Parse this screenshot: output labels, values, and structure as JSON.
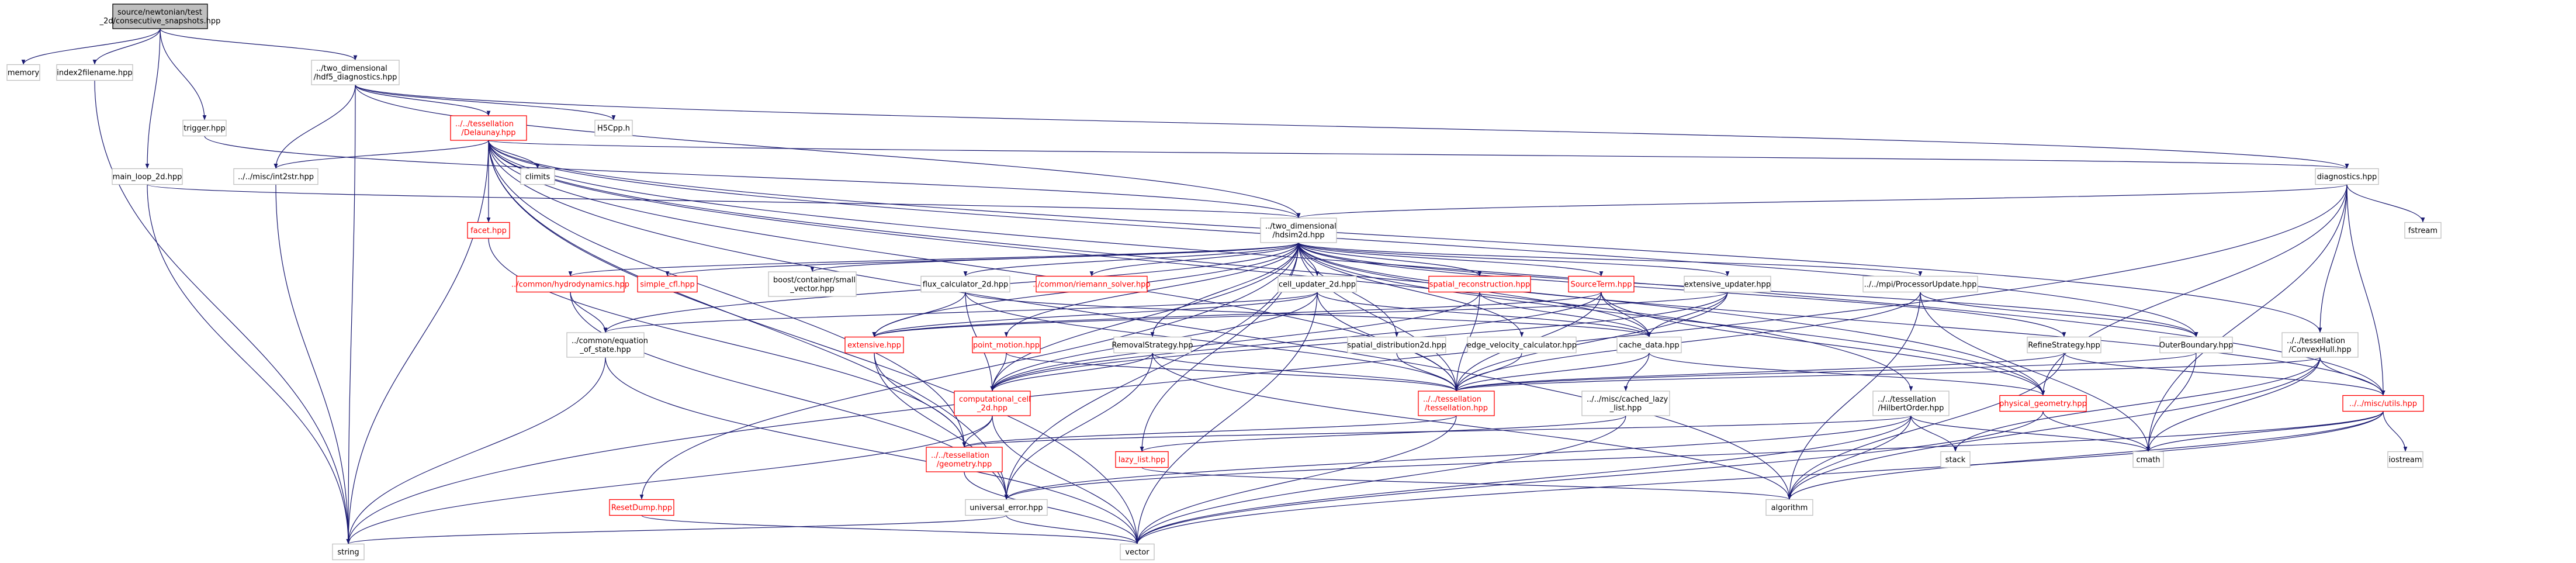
{
  "colors": {
    "root_fill": "#bfbfbf",
    "node_border": "#bfbfbf",
    "node_border_link": "#ff0000",
    "node_text": "#000000",
    "node_text_link": "#ff0000",
    "edge": "#191970",
    "background": "#ffffff"
  },
  "nodes": [
    {
      "id": "root",
      "lines": [
        "source/newtonian/test",
        "_2d/consecutive_snapshots.hpp"
      ],
      "style": "root"
    },
    {
      "id": "memory",
      "lines": [
        "memory"
      ],
      "style": "plain"
    },
    {
      "id": "index2name",
      "lines": [
        "index2filename.hpp"
      ],
      "style": "normal"
    },
    {
      "id": "trigger",
      "lines": [
        "trigger.hpp"
      ],
      "style": "normal"
    },
    {
      "id": "hdf5diag",
      "lines": [
        "../two_dimensional",
        "/hdf5_diagnostics.hpp"
      ],
      "style": "normal"
    },
    {
      "id": "delaunay",
      "lines": [
        "../../tessellation",
        "/Delaunay.hpp"
      ],
      "style": "link"
    },
    {
      "id": "h5cpp",
      "lines": [
        "H5Cpp.h"
      ],
      "style": "plain"
    },
    {
      "id": "climits",
      "lines": [
        "climits"
      ],
      "style": "plain"
    },
    {
      "id": "int2str",
      "lines": [
        "../../misc/int2str.hpp"
      ],
      "style": "normal"
    },
    {
      "id": "mainloop",
      "lines": [
        "main_loop_2d.hpp"
      ],
      "style": "normal"
    },
    {
      "id": "diagnostics",
      "lines": [
        "diagnostics.hpp"
      ],
      "style": "normal"
    },
    {
      "id": "facet",
      "lines": [
        "facet.hpp"
      ],
      "style": "link"
    },
    {
      "id": "hdsim",
      "lines": [
        "../two_dimensional",
        "/hdsim2d.hpp"
      ],
      "style": "normal"
    },
    {
      "id": "fstream",
      "lines": [
        "fstream"
      ],
      "style": "plain"
    },
    {
      "id": "hydro",
      "lines": [
        "../common/hydrodynamics.hpp"
      ],
      "style": "link"
    },
    {
      "id": "simplecfl",
      "lines": [
        "simple_cfl.hpp"
      ],
      "style": "link"
    },
    {
      "id": "boostvec",
      "lines": [
        "boost/container/small",
        "_vector.hpp"
      ],
      "style": "plain"
    },
    {
      "id": "fluxcalc",
      "lines": [
        "flux_calculator_2d.hpp"
      ],
      "style": "normal"
    },
    {
      "id": "riemann",
      "lines": [
        "../common/riemann_solver.hpp"
      ],
      "style": "link"
    },
    {
      "id": "cellupd",
      "lines": [
        "cell_updater_2d.hpp"
      ],
      "style": "normal"
    },
    {
      "id": "spatrec",
      "lines": [
        "spatial_reconstruction.hpp"
      ],
      "style": "link"
    },
    {
      "id": "sourceterm",
      "lines": [
        "SourceTerm.hpp"
      ],
      "style": "link"
    },
    {
      "id": "extupd",
      "lines": [
        "extensive_updater.hpp"
      ],
      "style": "normal"
    },
    {
      "id": "procupd",
      "lines": [
        "../../mpi/ProcessorUpdate.hpp"
      ],
      "style": "normal"
    },
    {
      "id": "eos",
      "lines": [
        "../common/equation",
        "_of_state.hpp"
      ],
      "style": "normal"
    },
    {
      "id": "extensive",
      "lines": [
        "extensive.hpp"
      ],
      "style": "link"
    },
    {
      "id": "pointmotion",
      "lines": [
        "point_motion.hpp"
      ],
      "style": "link"
    },
    {
      "id": "removal",
      "lines": [
        "RemovalStrategy.hpp"
      ],
      "style": "normal"
    },
    {
      "id": "spatdist",
      "lines": [
        "spatial_distribution2d.hpp"
      ],
      "style": "normal"
    },
    {
      "id": "edgevel",
      "lines": [
        "edge_velocity_calculator.hpp"
      ],
      "style": "normal"
    },
    {
      "id": "cachedata",
      "lines": [
        "cache_data.hpp"
      ],
      "style": "normal"
    },
    {
      "id": "refine",
      "lines": [
        "RefineStrategy.hpp"
      ],
      "style": "normal"
    },
    {
      "id": "outerbound",
      "lines": [
        "OuterBoundary.hpp"
      ],
      "style": "normal"
    },
    {
      "id": "convexhull",
      "lines": [
        "../../tessellation",
        "/ConvexHull.hpp"
      ],
      "style": "normal"
    },
    {
      "id": "compcell",
      "lines": [
        "computational_cell",
        "_2d.hpp"
      ],
      "style": "link"
    },
    {
      "id": "tessellation",
      "lines": [
        "../../tessellation",
        "/tessellation.hpp"
      ],
      "style": "link"
    },
    {
      "id": "cachedlazy",
      "lines": [
        "../../misc/cached_lazy",
        "_list.hpp"
      ],
      "style": "normal"
    },
    {
      "id": "hilbert",
      "lines": [
        "../../tessellation",
        "/HilbertOrder.hpp"
      ],
      "style": "normal"
    },
    {
      "id": "physgeom",
      "lines": [
        "physical_geometry.hpp"
      ],
      "style": "link"
    },
    {
      "id": "utils",
      "lines": [
        "../../misc/utils.hpp"
      ],
      "style": "link"
    },
    {
      "id": "geometry",
      "lines": [
        "../../tessellation",
        "/geometry.hpp"
      ],
      "style": "link"
    },
    {
      "id": "lazylist",
      "lines": [
        "lazy_list.hpp"
      ],
      "style": "link"
    },
    {
      "id": "stack",
      "lines": [
        "stack"
      ],
      "style": "plain"
    },
    {
      "id": "cmath",
      "lines": [
        "cmath"
      ],
      "style": "plain"
    },
    {
      "id": "iostream",
      "lines": [
        "iostream"
      ],
      "style": "plain"
    },
    {
      "id": "resetdump",
      "lines": [
        "ResetDump.hpp"
      ],
      "style": "link"
    },
    {
      "id": "univerror",
      "lines": [
        "universal_error.hpp"
      ],
      "style": "normal"
    },
    {
      "id": "algorithm",
      "lines": [
        "algorithm"
      ],
      "style": "plain"
    },
    {
      "id": "string",
      "lines": [
        "string"
      ],
      "style": "plain"
    },
    {
      "id": "vector",
      "lines": [
        "vector"
      ],
      "style": "plain"
    }
  ],
  "edges": [
    [
      "root",
      "memory"
    ],
    [
      "root",
      "index2name"
    ],
    [
      "root",
      "trigger"
    ],
    [
      "root",
      "hdf5diag"
    ],
    [
      "root",
      "mainloop"
    ],
    [
      "index2name",
      "string"
    ],
    [
      "trigger",
      "hdsim"
    ],
    [
      "hdf5diag",
      "delaunay"
    ],
    [
      "hdf5diag",
      "h5cpp"
    ],
    [
      "hdf5diag",
      "int2str"
    ],
    [
      "hdf5diag",
      "string"
    ],
    [
      "hdf5diag",
      "hdsim"
    ],
    [
      "hdf5diag",
      "diagnostics"
    ],
    [
      "delaunay",
      "climits"
    ],
    [
      "delaunay",
      "int2str"
    ],
    [
      "delaunay",
      "facet"
    ],
    [
      "delaunay",
      "tessellation"
    ],
    [
      "delaunay",
      "hilbert"
    ],
    [
      "delaunay",
      "convexhull"
    ],
    [
      "delaunay",
      "utils"
    ],
    [
      "delaunay",
      "physgeom"
    ],
    [
      "delaunay",
      "vector"
    ],
    [
      "delaunay",
      "string"
    ],
    [
      "delaunay",
      "geometry"
    ],
    [
      "delaunay",
      "univerror"
    ],
    [
      "delaunay",
      "algorithm"
    ],
    [
      "delaunay",
      "outerbound"
    ],
    [
      "delaunay",
      "diagnostics"
    ],
    [
      "int2str",
      "string"
    ],
    [
      "mainloop",
      "hdsim"
    ],
    [
      "mainloop",
      "string"
    ],
    [
      "diagnostics",
      "hdsim"
    ],
    [
      "diagnostics",
      "fstream"
    ],
    [
      "diagnostics",
      "convexhull"
    ],
    [
      "diagnostics",
      "utils"
    ],
    [
      "diagnostics",
      "string"
    ],
    [
      "diagnostics",
      "cmath"
    ],
    [
      "diagnostics",
      "physgeom"
    ],
    [
      "facet",
      "geometry"
    ],
    [
      "hdsim",
      "hydro"
    ],
    [
      "hdsim",
      "simplecfl"
    ],
    [
      "hdsim",
      "boostvec"
    ],
    [
      "hdsim",
      "fluxcalc"
    ],
    [
      "hdsim",
      "riemann"
    ],
    [
      "hdsim",
      "cellupd"
    ],
    [
      "hdsim",
      "spatrec"
    ],
    [
      "hdsim",
      "sourceterm"
    ],
    [
      "hdsim",
      "extupd"
    ],
    [
      "hdsim",
      "procupd"
    ],
    [
      "hdsim",
      "eos"
    ],
    [
      "hdsim",
      "extensive"
    ],
    [
      "hdsim",
      "pointmotion"
    ],
    [
      "hdsim",
      "removal"
    ],
    [
      "hdsim",
      "spatdist"
    ],
    [
      "hdsim",
      "edgevel"
    ],
    [
      "hdsim",
      "cachedata"
    ],
    [
      "hdsim",
      "refine"
    ],
    [
      "hdsim",
      "outerbound"
    ],
    [
      "hdsim",
      "compcell"
    ],
    [
      "hdsim",
      "tessellation"
    ],
    [
      "hdsim",
      "physgeom"
    ],
    [
      "hdsim",
      "utils"
    ],
    [
      "hdsim",
      "resetdump"
    ],
    [
      "hdsim",
      "univerror"
    ],
    [
      "hdsim",
      "lazylist"
    ],
    [
      "hydro",
      "eos"
    ],
    [
      "hydro",
      "univerror"
    ],
    [
      "fluxcalc",
      "extensive"
    ],
    [
      "fluxcalc",
      "compcell"
    ],
    [
      "fluxcalc",
      "tessellation"
    ],
    [
      "fluxcalc",
      "cachedata"
    ],
    [
      "cellupd",
      "extensive"
    ],
    [
      "cellupd",
      "compcell"
    ],
    [
      "cellupd",
      "tessellation"
    ],
    [
      "cellupd",
      "cachedata"
    ],
    [
      "cellupd",
      "vector"
    ],
    [
      "cellupd",
      "eos"
    ],
    [
      "spatrec",
      "tessellation"
    ],
    [
      "spatrec",
      "cachedata"
    ],
    [
      "spatrec",
      "compcell"
    ],
    [
      "sourceterm",
      "tessellation"
    ],
    [
      "sourceterm",
      "cachedata"
    ],
    [
      "sourceterm",
      "extensive"
    ],
    [
      "sourceterm",
      "physgeom"
    ],
    [
      "sourceterm",
      "compcell"
    ],
    [
      "extupd",
      "extensive"
    ],
    [
      "extupd",
      "tessellation"
    ],
    [
      "extupd",
      "cachedata"
    ],
    [
      "extupd",
      "compcell"
    ],
    [
      "procupd",
      "outerbound"
    ],
    [
      "procupd",
      "tessellation"
    ],
    [
      "procupd",
      "algorithm"
    ],
    [
      "procupd",
      "cmath"
    ],
    [
      "eos",
      "string"
    ],
    [
      "eos",
      "vector"
    ],
    [
      "extensive",
      "geometry"
    ],
    [
      "extensive",
      "univerror"
    ],
    [
      "pointmotion",
      "compcell"
    ],
    [
      "pointmotion",
      "tessellation"
    ],
    [
      "removal",
      "compcell"
    ],
    [
      "removal",
      "tessellation"
    ],
    [
      "removal",
      "univerror"
    ],
    [
      "removal",
      "algorithm"
    ],
    [
      "spatdist",
      "tessellation"
    ],
    [
      "edgevel",
      "tessellation"
    ],
    [
      "cachedata",
      "tessellation"
    ],
    [
      "cachedata",
      "cachedlazy"
    ],
    [
      "cachedata",
      "physgeom"
    ],
    [
      "refine",
      "tessellation"
    ],
    [
      "refine",
      "algorithm"
    ],
    [
      "refine",
      "utils"
    ],
    [
      "outerbound",
      "tessellation"
    ],
    [
      "outerbound",
      "cmath"
    ],
    [
      "convexhull",
      "tessellation"
    ],
    [
      "convexhull",
      "utils"
    ],
    [
      "convexhull",
      "algorithm"
    ],
    [
      "convexhull",
      "cmath"
    ],
    [
      "convexhull",
      "stack"
    ],
    [
      "compcell",
      "geometry"
    ],
    [
      "compcell",
      "vector"
    ],
    [
      "compcell",
      "string"
    ],
    [
      "tessellation",
      "geometry"
    ],
    [
      "tessellation",
      "vector"
    ],
    [
      "cachedlazy",
      "lazylist"
    ],
    [
      "cachedlazy",
      "vector"
    ],
    [
      "hilbert",
      "geometry"
    ],
    [
      "hilbert",
      "algorithm"
    ],
    [
      "hilbert",
      "vector"
    ],
    [
      "hilbert",
      "cmath"
    ],
    [
      "hilbert",
      "stack"
    ],
    [
      "hilbert",
      "univerror"
    ],
    [
      "physgeom",
      "vector"
    ],
    [
      "physgeom",
      "cmath"
    ],
    [
      "utils",
      "vector"
    ],
    [
      "utils",
      "algorithm"
    ],
    [
      "utils",
      "cmath"
    ],
    [
      "utils",
      "iostream"
    ],
    [
      "utils",
      "univerror"
    ],
    [
      "geometry",
      "vector"
    ],
    [
      "lazylist",
      "algorithm"
    ],
    [
      "resetdump",
      "vector"
    ],
    [
      "univerror",
      "string"
    ],
    [
      "univerror",
      "vector"
    ]
  ]
}
